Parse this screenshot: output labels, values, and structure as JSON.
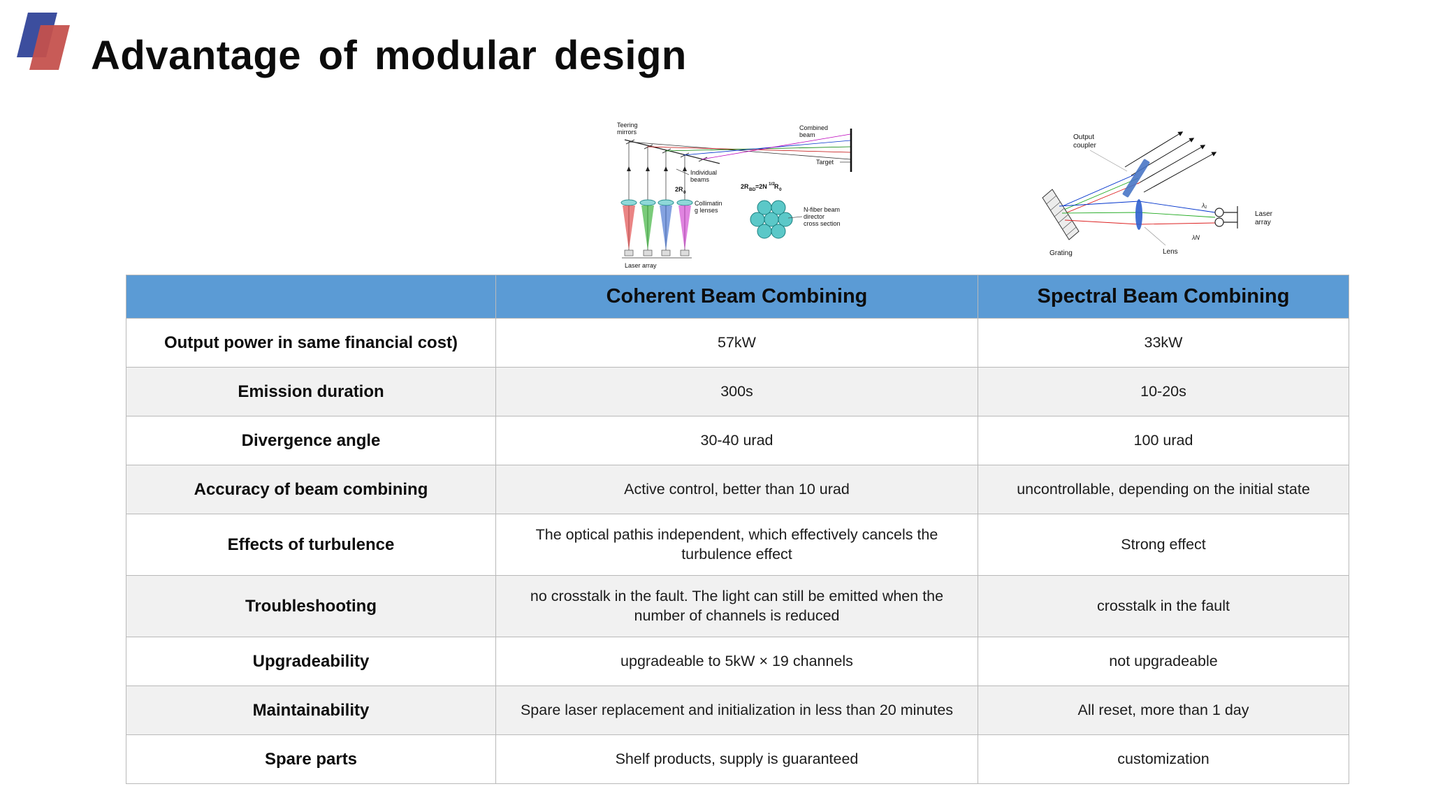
{
  "slide": {
    "title": "Advantage of modular design"
  },
  "colors": {
    "header_blue": "#5B9BD5",
    "row_alt": "#F1F1F1",
    "logo_blue": "#3c4e9e",
    "logo_red": "#c5514d"
  },
  "diagram_cbc": {
    "teering_1": "Teering",
    "teering_2": "mirrors",
    "combined_1": "Combined",
    "combined_2": "beam",
    "target": "Target",
    "individual_1": "Individual",
    "individual_2": "beams",
    "r0_main": "2R",
    "r0_sub": "0",
    "formula_1": "2R",
    "formula_2": "BD",
    "formula_3": "=2N",
    "formula_4": "1/2",
    "formula_5": "R",
    "formula_6": "0",
    "collim_1": "Collimatin",
    "collim_2": "g lenses",
    "fiber_1": "N-fiber beam",
    "fiber_2": "director",
    "fiber_3": "cross section",
    "laser_array": "Laser array"
  },
  "diagram_sbc": {
    "output_1": "Output",
    "output_2": "coupler",
    "grating": "Grating",
    "lens": "Lens",
    "laser_1": "Laser",
    "laser_2": "array",
    "lambda_first": "λ₁",
    "lambda_last": "λN"
  },
  "table": {
    "col_cbc": "Coherent Beam Combining",
    "col_sbc": "Spectral Beam Combining",
    "rows": [
      {
        "label": "Output power in same financial cost)",
        "cbc": "57kW",
        "sbc": "33kW"
      },
      {
        "label": "Emission duration",
        "cbc": "300s",
        "sbc": "10-20s"
      },
      {
        "label": "Divergence angle",
        "cbc": "30-40 urad",
        "sbc": "100 urad"
      },
      {
        "label": "Accuracy of beam combining",
        "cbc": "Active control, better than 10 urad",
        "sbc": "uncontrollable, depending on the initial state"
      },
      {
        "label": "Effects of turbulence",
        "cbc": "The optical pathis independent, which effectively cancels the turbulence effect",
        "sbc": "Strong effect"
      },
      {
        "label": "Troubleshooting",
        "cbc": "no crosstalk in the fault. The light can still be emitted when the number of channels is reduced",
        "sbc": "crosstalk in the fault"
      },
      {
        "label": "Upgradeability",
        "cbc": "upgradeable to 5kW × 19 channels",
        "sbc": "not upgradeable"
      },
      {
        "label": "Maintainability",
        "cbc": "Spare laser replacement and initialization in less than 20 minutes",
        "sbc": "All reset, more than 1 day"
      },
      {
        "label": "Spare parts",
        "cbc": "Shelf products, supply is guaranteed",
        "sbc": "customization"
      }
    ]
  }
}
